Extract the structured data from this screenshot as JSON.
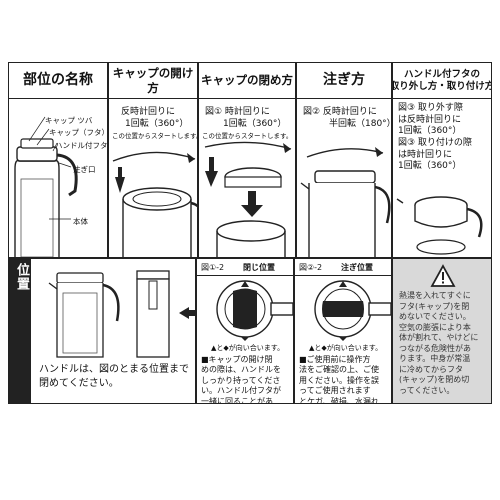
{
  "parts": {
    "title": "部位の名称",
    "labels": [
      "キャップ ツバ",
      "キャップ（フタ）",
      "ハンドル付フタ",
      "注ぎ口",
      "本体"
    ]
  },
  "open_cap": {
    "title": "キャップの開け方",
    "line1": "反時計回りに",
    "line2": "1回転（360°）",
    "line3": "この位置からスタートします。"
  },
  "close_cap": {
    "title": "キャップの閉め方",
    "line1": "図① 時計回りに",
    "line2": "1回転（360°）",
    "line3": "この位置からスタートします。"
  },
  "pour": {
    "title": "注ぎ方",
    "line1": "図② 反時計回りに",
    "line2": "半回転（180°）"
  },
  "handle_lid": {
    "title": "ハンドル付フタの\n取り外し方・取り付け方",
    "text": "図③ 取り外す際\nは反時計回りに\n1回転（360°）\n図③ 取り付けの際\nは時計回りに\n1回転（360°）"
  },
  "handle_pos": {
    "side_label": "ハンドル付フタの閉め位置",
    "text": "ハンドルは、図のとまる位置まで\n閉めてください。"
  },
  "fig_closed": {
    "tag": "図①-2",
    "label": "閉じ位置",
    "caption": "▲と◆が向い合います。"
  },
  "fig_pour": {
    "tag": "図②-2",
    "label": "注ぎ位置",
    "caption": "▲と◆が向い合います。"
  },
  "note_cap": {
    "text": "■キャップの開け閉\nめの際は、ハンドルを\nしっかり持ってくださ\nい。ハンドル付フタが\n一緒に回ることがあ"
  },
  "note_use": {
    "text": "■ご使用前に操作方\n法をご確認の上、ご使\n用ください。操作を誤\nってご使用されます\nとケガ、破損、水漏れ\nなどの原因になります。"
  },
  "warning": {
    "text": "熱湯を入れてすぐに\nフタ(キャップ)を閉\nめないでください。\n空気の膨張により本\n体が割れて、やけどに\nつながる危険性があ\nります。中身が常温\nに冷めてからフタ\n(キャップ)を閉め切\nってください。"
  }
}
